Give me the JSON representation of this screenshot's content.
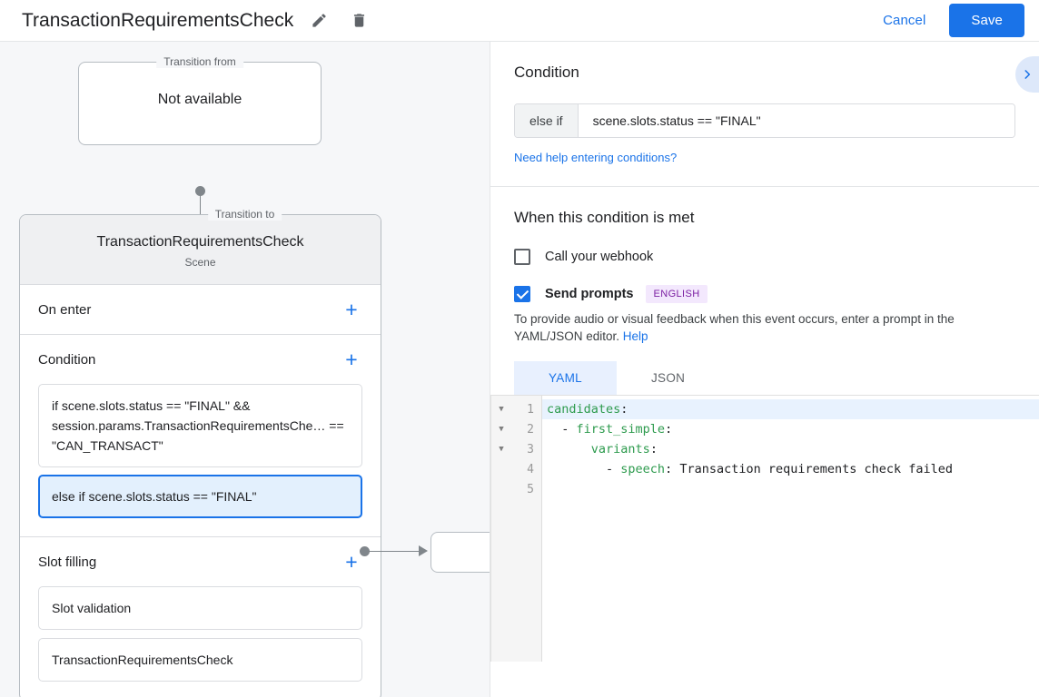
{
  "header": {
    "title": "TransactionRequirementsCheck",
    "edit_icon": "pencil-icon",
    "delete_icon": "trash-icon",
    "cancel_label": "Cancel",
    "save_label": "Save",
    "accent_color": "#1a73e8"
  },
  "canvas": {
    "transition_from": {
      "legend": "Transition from",
      "value": "Not available"
    },
    "transition_to": {
      "legend": "Transition to",
      "name": "TransactionRequirementsCheck",
      "subtitle": "Scene"
    },
    "sections": [
      {
        "title": "On enter",
        "add_label": "+",
        "items": []
      },
      {
        "title": "Condition",
        "add_label": "+",
        "items": [
          {
            "text": "if scene.slots.status == \"FINAL\" && session.params.TransactionRequirementsChe… == \"CAN_TRANSACT\"",
            "selected": false
          },
          {
            "text": "else if scene.slots.status == \"FINAL\"",
            "selected": true
          }
        ]
      },
      {
        "title": "Slot filling",
        "add_label": "+",
        "items": [
          {
            "text": "Slot validation",
            "selected": false
          },
          {
            "text": "TransactionRequirementsCheck",
            "selected": false
          }
        ]
      }
    ]
  },
  "panel": {
    "condition": {
      "heading": "Condition",
      "prefix": "else if",
      "value": "scene.slots.status == \"FINAL\"",
      "help_link": "Need help entering conditions?",
      "collapse_icon": "chevron-right-icon"
    },
    "when_met": {
      "heading": "When this condition is met",
      "webhook": {
        "label": "Call your webhook",
        "checked": false
      },
      "send_prompts": {
        "label": "Send prompts",
        "checked": true,
        "badge": "ENGLISH"
      },
      "hint_text": "To provide audio or visual feedback when this event occurs, enter a prompt in the YAML/JSON editor. ",
      "hint_link": "Help",
      "tabs": [
        {
          "label": "YAML",
          "active": true
        },
        {
          "label": "JSON",
          "active": false
        }
      ],
      "editor": {
        "lines": [
          {
            "num": "1",
            "fold": true,
            "highlight": true,
            "tokens": [
              {
                "t": "candidates",
                "c": "k"
              },
              {
                "t": ":",
                "c": "p"
              }
            ]
          },
          {
            "num": "2",
            "fold": true,
            "highlight": false,
            "tokens": [
              {
                "t": "  - ",
                "c": "p"
              },
              {
                "t": "first_simple",
                "c": "k"
              },
              {
                "t": ":",
                "c": "p"
              }
            ]
          },
          {
            "num": "3",
            "fold": true,
            "highlight": false,
            "tokens": [
              {
                "t": "      ",
                "c": "p"
              },
              {
                "t": "variants",
                "c": "k"
              },
              {
                "t": ":",
                "c": "p"
              }
            ]
          },
          {
            "num": "4",
            "fold": false,
            "highlight": false,
            "tokens": [
              {
                "t": "        - ",
                "c": "p"
              },
              {
                "t": "speech",
                "c": "k"
              },
              {
                "t": ": ",
                "c": "p"
              },
              {
                "t": "Transaction requirements check failed",
                "c": "s"
              }
            ]
          },
          {
            "num": "5",
            "fold": false,
            "highlight": false,
            "tokens": []
          }
        ]
      }
    }
  }
}
